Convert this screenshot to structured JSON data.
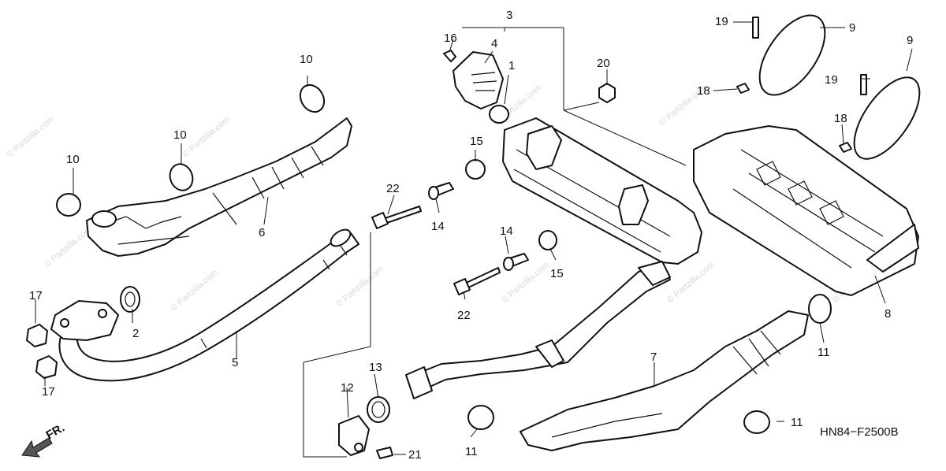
{
  "diagram": {
    "code": "HN84−F2500B",
    "front_label": "FR.",
    "watermarks": [
      "© Partzilla.com"
    ],
    "callouts": [
      "1",
      "2",
      "3",
      "4",
      "5",
      "6",
      "7",
      "8",
      "9",
      "9",
      "10",
      "10",
      "10",
      "11",
      "11",
      "11",
      "12",
      "13",
      "14",
      "14",
      "15",
      "15",
      "16",
      "17",
      "17",
      "18",
      "18",
      "19",
      "19",
      "20",
      "21",
      "22",
      "22"
    ]
  }
}
